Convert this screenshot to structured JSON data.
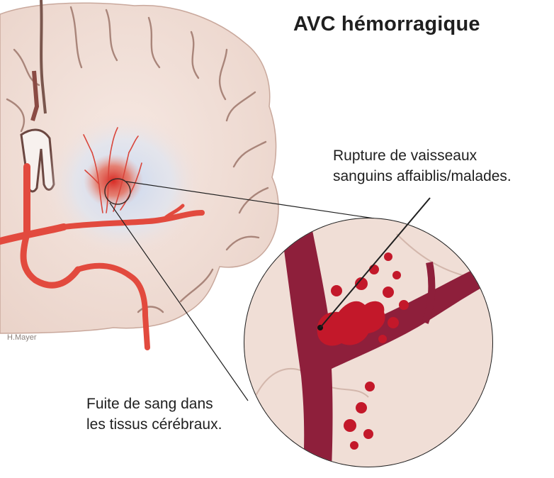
{
  "title": "AVC hémorragique",
  "callouts": {
    "rupture": [
      "Rupture de vaisseaux",
      "sanguins affaiblis/malades."
    ],
    "fuite": [
      "Fuite de sang dans",
      "les tissus cérébraux."
    ]
  },
  "signature": "H.Mayer",
  "colors": {
    "brain_tissue": "#f3dfd8",
    "gray_matter": "#ead0c7",
    "fissure": "#8c6b62",
    "ventricle": "#8a4a43",
    "artery": "#e24a3e",
    "vessel_dark": "#8e1f3b",
    "blood": "#c3182a",
    "hemorrhage_halo": "#d9e2f1"
  }
}
